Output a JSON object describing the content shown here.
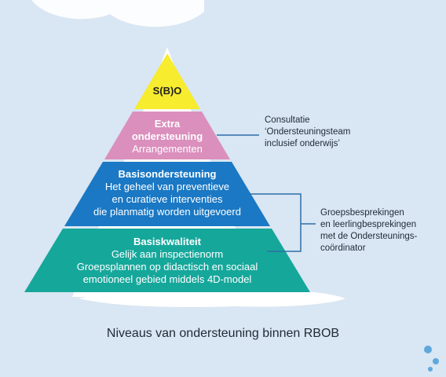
{
  "pyramid": {
    "levels": [
      {
        "title": "S(B)O",
        "lines": [],
        "fill": "#f7ec2e",
        "text_color": "#222222"
      },
      {
        "title": "Extra ondersteuning",
        "title_lines": [
          "Extra",
          "ondersteuning"
        ],
        "lines": [
          "Arrangementen"
        ],
        "fill": "#db8fbd",
        "text_color": "#ffffff"
      },
      {
        "title": "Basisondersteuning",
        "lines": [
          "Het geheel van preventieve",
          "en curatieve interventies",
          "die planmatig worden uitgevoerd"
        ],
        "fill": "#1a78c4",
        "text_color": "#ffffff"
      },
      {
        "title": "Basiskwaliteit",
        "lines": [
          "Gelijk aan inspectienorm",
          "Groepsplannen op didactisch en sociaal",
          "emotioneel gebied middels  4D-model"
        ],
        "fill": "#16a79b",
        "text_color": "#ffffff"
      }
    ]
  },
  "annotations": {
    "consultation": {
      "lines": [
        "Consultatie",
        "‘Ondersteuningsteam",
        "inclusief onderwijs’"
      ]
    },
    "group_meetings": {
      "lines": [
        "Groepsbesprekingen",
        "en leerlingbesprekingen",
        "met de Ondersteunings-",
        "coördinator"
      ]
    }
  },
  "caption": "Niveaus van ondersteuning binnen RBOB",
  "colors": {
    "background": "#d9e6f3",
    "connector": "#2e6fa8"
  }
}
